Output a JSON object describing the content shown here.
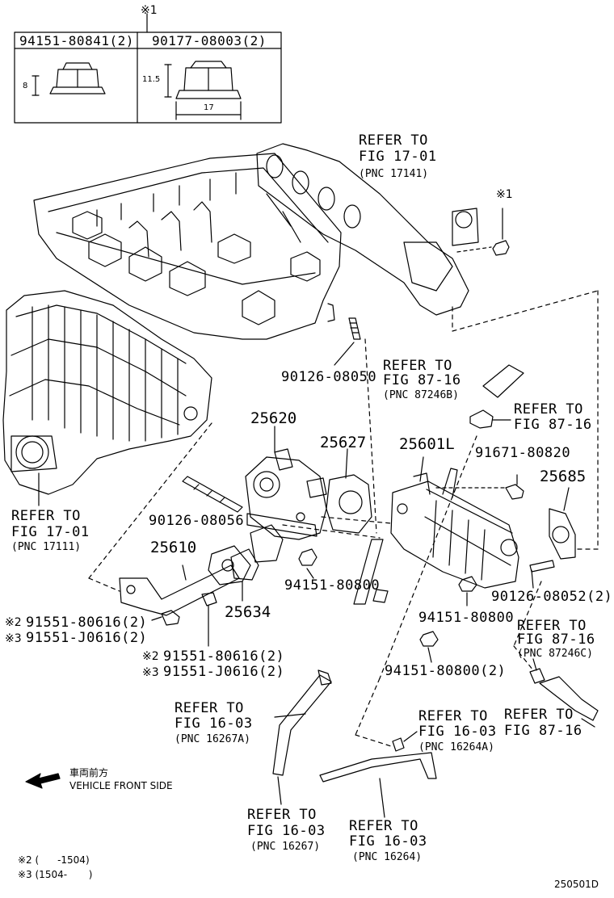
{
  "note_top": "※1",
  "table": {
    "col1_header": "94151-80841(2)",
    "col2_header": "90177-08003(2)",
    "dim1_height": "8",
    "dim2_height": "11.5",
    "dim2_width": "17"
  },
  "parts": {
    "p25620": "25620",
    "p25627": "25627",
    "p25601L": "25601L",
    "p25685": "25685",
    "p25610": "25610",
    "p25634": "25634",
    "p90126_08050": "90126-08050",
    "p90126_08056": "90126-08056",
    "p91671_80820": "91671-80820",
    "p94151_80800_a": "94151-80800",
    "p94151_80800_b": "94151-80800",
    "p94151_80800_2": "94151-80800(2)",
    "p90126_08052_2": "90126-08052(2)",
    "p91551_80616_left": "91551-80616(2)",
    "p91551_J0616_left": "91551-J0616(2)",
    "p91551_80616_mid": "91551-80616(2)",
    "p91551_J0616_mid": "91551-J0616(2)",
    "mark2": "※2",
    "mark3": "※3",
    "mark1": "※1"
  },
  "refers": {
    "r17141": {
      "l1": "REFER TO",
      "l2": "FIG 17-01",
      "pnc": "(PNC 17141)"
    },
    "r87246B": {
      "l1": "REFER TO",
      "l2": "FIG 87-16",
      "pnc": "(PNC 87246B)"
    },
    "r8716a": {
      "l1": "REFER TO",
      "l2": "FIG 87-16"
    },
    "r17111": {
      "l1": "REFER TO",
      "l2": "FIG 17-01",
      "pnc": "(PNC 17111)"
    },
    "r87246C": {
      "l1": "REFER TO",
      "l2": "FIG 87-16",
      "pnc": "(PNC 87246C)"
    },
    "r8716b": {
      "l1": "REFER TO",
      "l2": "FIG 87-16"
    },
    "r16267A": {
      "l1": "REFER TO",
      "l2": "FIG 16-03",
      "pnc": "(PNC 16267A)"
    },
    "r16264A": {
      "l1": "REFER TO",
      "l2": "FIG 16-03",
      "pnc": "(PNC 16264A)"
    },
    "r16267": {
      "l1": "REFER TO",
      "l2": "FIG 16-03",
      "pnc": "(PNC 16267)"
    },
    "r16264": {
      "l1": "REFER TO",
      "l2": "FIG 16-03",
      "pnc": "(PNC 16264)"
    }
  },
  "front": {
    "jp": "車両前方",
    "en": "VEHICLE FRONT SIDE"
  },
  "footnotes": {
    "n2": "※2 (      -1504)",
    "n3": "※3 (1504-       )"
  },
  "diagram_code": "250501D"
}
